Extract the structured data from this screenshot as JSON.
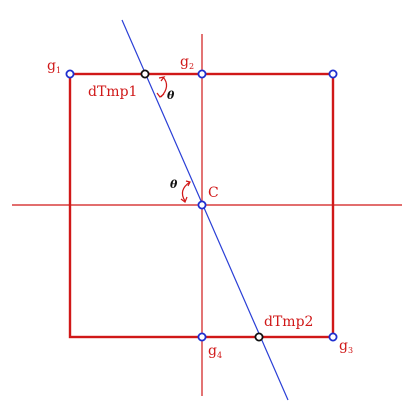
{
  "labels": {
    "g1": {
      "main": "g",
      "sub": "1"
    },
    "g2": {
      "main": "g",
      "sub": "2"
    },
    "g3": {
      "main": "g",
      "sub": "3"
    },
    "g4": {
      "main": "g",
      "sub": "4"
    },
    "center": "C",
    "dtmp1": "dTmp1",
    "dtmp2": "dTmp2",
    "theta_top": "θ",
    "theta_center": "θ"
  },
  "colors": {
    "grid_line": "#d01818",
    "scan_line": "#2a3fd6",
    "node_fill": "#ffffff",
    "node_stroke_blue": "#1f2fd0",
    "node_stroke_black": "#111111",
    "label": "#d01818",
    "arc": "#d01818",
    "theta": "#111111"
  }
}
